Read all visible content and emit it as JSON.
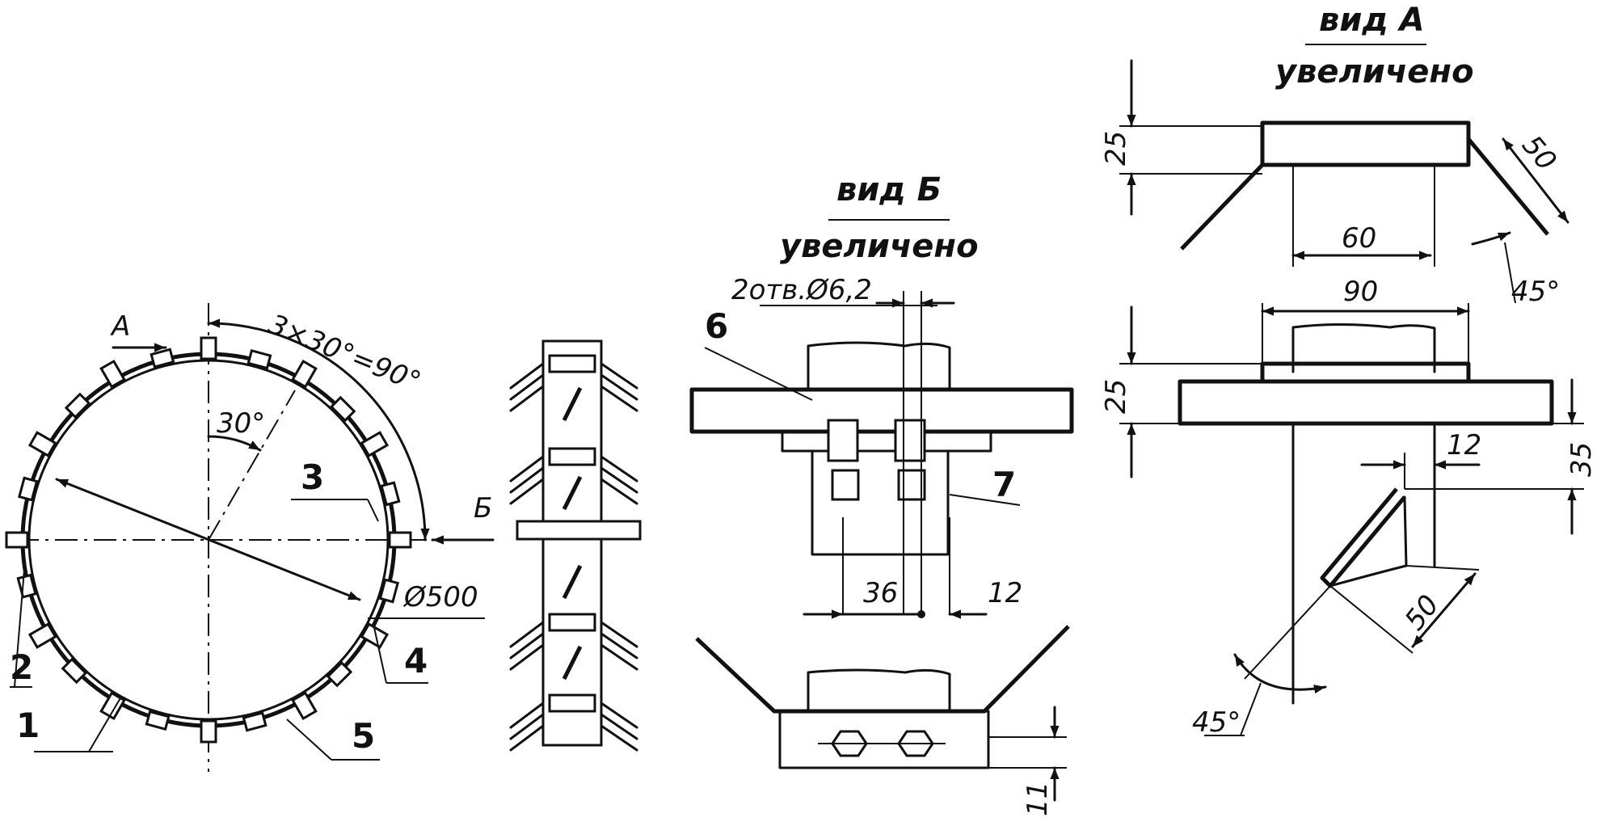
{
  "views": {
    "view_a": {
      "title": "вид А",
      "subtitle": "увеличено"
    },
    "view_b": {
      "title": "вид Б",
      "subtitle": "увеличено"
    }
  },
  "wheel": {
    "diameter_label": "Ø500",
    "angle_label": "30°",
    "pitch_label": "3×30°=90°",
    "view_marker_a": "А",
    "view_marker_b": "Б"
  },
  "callouts": [
    "1",
    "2",
    "3",
    "4",
    "5",
    "6",
    "7"
  ],
  "view_b_dims": {
    "holes": "2отв.Ø6,2",
    "spacing": "36",
    "offset": "12",
    "thickness": "11"
  },
  "view_a_dims": {
    "height_top": "25",
    "lug_length": "50",
    "inner_width": "60",
    "angle_top": "45°",
    "outer_width": "90",
    "height_mid": "25",
    "lug_offset": "12",
    "lug_height": "35",
    "lug_length_bottom": "50",
    "angle_bottom": "45°"
  }
}
